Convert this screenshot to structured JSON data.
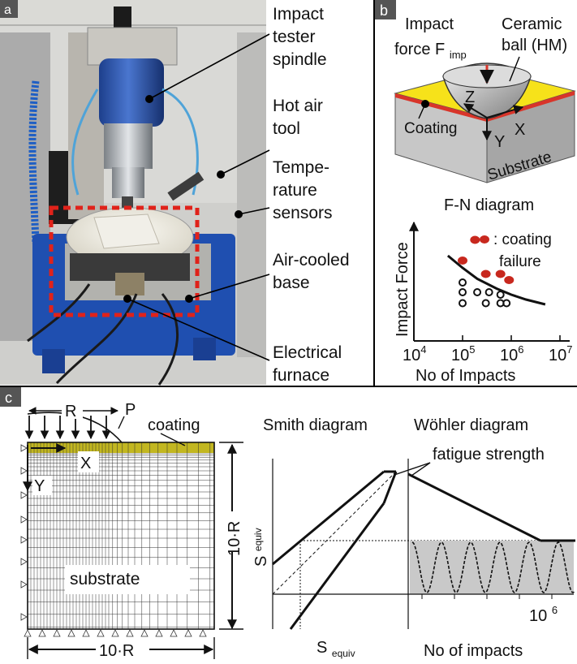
{
  "panels": {
    "a": {
      "letter": "a",
      "labels": {
        "spindle": [
          "Impact",
          "tester",
          "spindle"
        ],
        "hot_air": [
          "Hot air",
          "tool"
        ],
        "sensors": [
          "Tempe-",
          "rature",
          "sensors"
        ],
        "base": [
          "Air-cooled",
          "base"
        ],
        "furnace": [
          "Electrical",
          "furnace"
        ]
      }
    },
    "b": {
      "letter": "b",
      "force_label": [
        "Impact",
        "force F"
      ],
      "force_sub": "imp",
      "ball_label": [
        "Ceramic",
        "ball (HM)"
      ],
      "axis_z": "Z",
      "axis_x": "X",
      "axis_y": "Y",
      "coating": "Coating",
      "substrate": "Substrate"
    },
    "c": {
      "letter": "c",
      "R": "R",
      "P": "P",
      "X": "X",
      "Y": "Y",
      "coating": "coating",
      "substrate": "substrate",
      "dim_v": "10·R",
      "dim_h": "10·R"
    }
  },
  "fn_diagram": {
    "title": "F-N diagram",
    "ylabel": "Impact Force",
    "xlabel": "No of Impacts",
    "legend": [
      ": coating",
      "failure"
    ],
    "x_ticks": [
      {
        "base": "10",
        "exp": "4"
      },
      {
        "base": "10",
        "exp": "5"
      },
      {
        "base": "10",
        "exp": "6"
      },
      {
        "base": "10",
        "exp": "7"
      }
    ],
    "colors": {
      "failure": "#c8281e",
      "ok": "#111111",
      "curve": "#111111"
    }
  },
  "chart_data": [
    {
      "type": "scatter",
      "title": "F-N diagram",
      "xlabel": "No of Impacts",
      "ylabel": "Impact Force",
      "x_scale": "log",
      "xlim": [
        10000,
        10000000
      ],
      "ylim": [
        0,
        10
      ],
      "series": [
        {
          "marker": "filled-red",
          "x": [
            180000,
            100000,
            300000,
            600000,
            900000
          ],
          "y": [
            8.3,
            6.6,
            5.5,
            5.5,
            5.0
          ]
        },
        {
          "marker": "open-black",
          "x": [
            100000,
            100000,
            100000,
            200000,
            300000,
            350000,
            600000,
            600000,
            800000
          ],
          "y": [
            4.8,
            4.0,
            3.1,
            4.0,
            3.1,
            4.0,
            3.8,
            3.1,
            3.1
          ]
        }
      ],
      "curve": {
        "x": [
          50000,
          100000,
          200000,
          500000,
          1000000,
          2000000,
          5000000
        ],
        "y": [
          7.0,
          6.0,
          5.1,
          4.3,
          3.8,
          3.4,
          3.0
        ]
      }
    },
    {
      "type": "line",
      "title": "Smith diagram",
      "xlabel": "S",
      "x_sub": "equiv",
      "ylabel": "S",
      "y_sub": "equiv"
    },
    {
      "type": "line",
      "title": "Wöhler diagram",
      "xlabel": "No of impacts",
      "x_scale": "log",
      "x_ticks": [
        {
          "base": "10",
          "exp": "6"
        }
      ],
      "annotation": "fatigue strength",
      "curve": {
        "x": [
          1000,
          1000000,
          10000000
        ],
        "y": [
          5.3,
          3.3,
          3.3
        ]
      },
      "ylim": [
        0,
        6
      ]
    }
  ]
}
